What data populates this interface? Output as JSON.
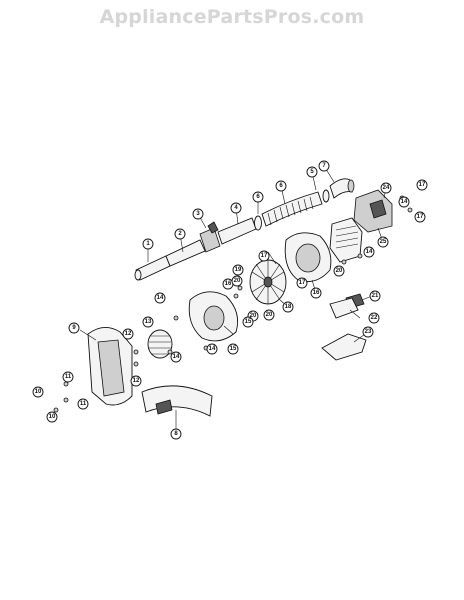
{
  "watermark": "AppliancePartsPros.com",
  "callouts": [
    "1",
    "2",
    "3",
    "4",
    "5",
    "6",
    "7",
    "8",
    "9",
    "10",
    "10",
    "11",
    "11",
    "12",
    "12",
    "13",
    "14",
    "14",
    "14",
    "14",
    "14",
    "15",
    "16",
    "16",
    "17",
    "17",
    "17",
    "17",
    "18",
    "19",
    "20",
    "20",
    "20",
    "21",
    "22",
    "23",
    "24",
    "25"
  ]
}
